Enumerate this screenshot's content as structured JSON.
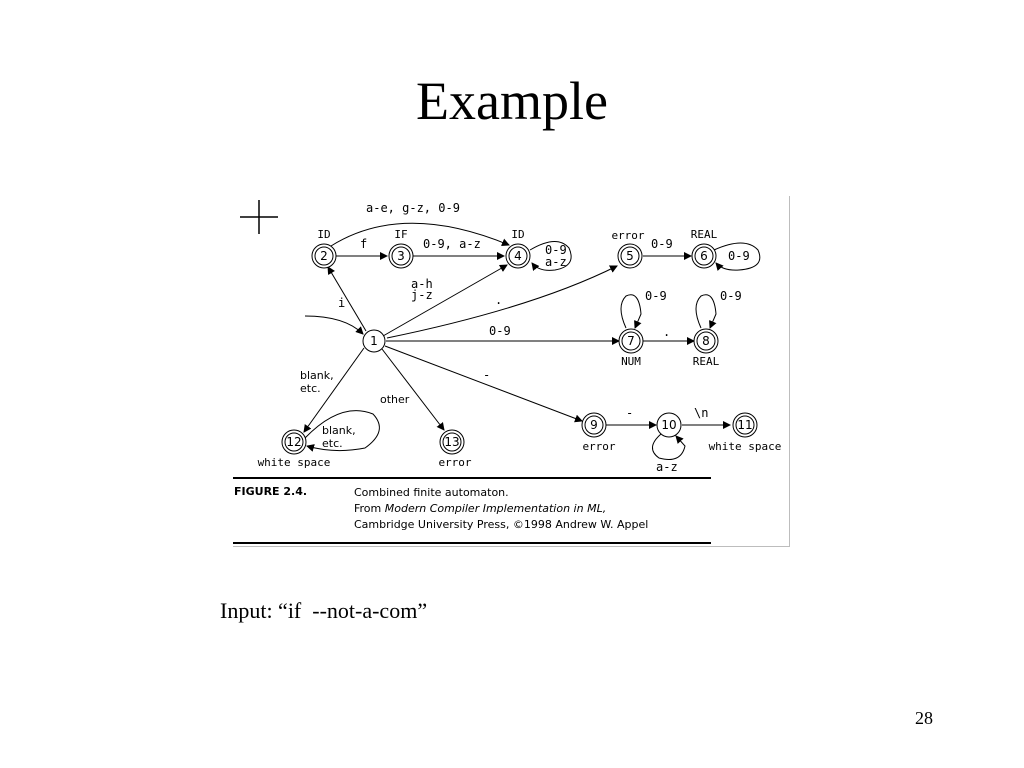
{
  "slide": {
    "title": "Example",
    "input_text": "Input: “if  --not-a-com”",
    "page_number": "28"
  },
  "figure": {
    "caption_label": "FIGURE 2.4.",
    "caption_line1": "Combined finite automaton.",
    "caption_line2_prefix": "From ",
    "caption_line2_book": "Modern Compiler Implementation in ML,",
    "caption_line3": "Cambridge University Press, ©1998 Andrew W. Appel"
  },
  "automaton": {
    "states": [
      {
        "id": "1",
        "tag": ""
      },
      {
        "id": "2",
        "tag": "ID"
      },
      {
        "id": "3",
        "tag": "IF"
      },
      {
        "id": "4",
        "tag": "ID"
      },
      {
        "id": "5",
        "tag": "error"
      },
      {
        "id": "6",
        "tag": "REAL"
      },
      {
        "id": "7",
        "tag": "NUM"
      },
      {
        "id": "8",
        "tag": "REAL"
      },
      {
        "id": "9",
        "tag": "error"
      },
      {
        "id": "10",
        "tag": ""
      },
      {
        "id": "11",
        "tag": "white space"
      },
      {
        "id": "12",
        "tag": "white space"
      },
      {
        "id": "13",
        "tag": "error"
      }
    ],
    "edge_labels": {
      "e2_4": "a-e, g-z, 0-9",
      "e2_3": "f",
      "e3_4": "0-9, a-z",
      "e4_4_a": "0-9",
      "e4_4_b": "a-z",
      "e5_6": "0-9",
      "e6_6": "0-9",
      "e1_2": "i",
      "e1_4_a": "a-h",
      "e1_4_b": "j-z",
      "e1_5": ".",
      "e1_7": "0-9",
      "e7_7": "0-9",
      "e7_8": ".",
      "e8_8": "0-9",
      "e1_9": "-",
      "e9_10": "-",
      "e10_11": "\\n",
      "e10_10": "a-z",
      "e1_12_a": "blank,",
      "e1_12_b": "etc.",
      "e12_12_a": "blank,",
      "e12_12_b": "etc.",
      "e1_13": "other"
    }
  }
}
